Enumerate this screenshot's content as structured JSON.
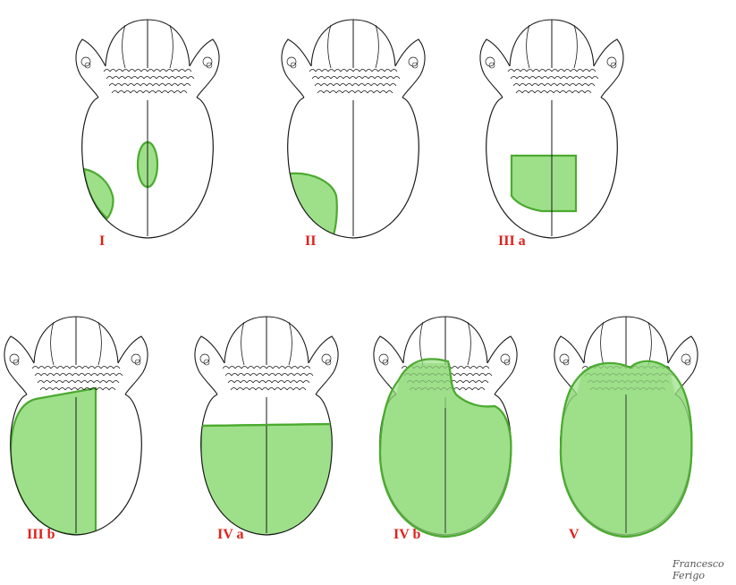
{
  "figure": {
    "colors": {
      "resection_fill": "#9ee08a",
      "resection_stroke": "#4caa30",
      "outline": "#1a1a1a",
      "label": "#e0201a"
    },
    "panels": [
      {
        "id": "I",
        "label": "I"
      },
      {
        "id": "II",
        "label": "II"
      },
      {
        "id": "IIIa",
        "label": "III a"
      },
      {
        "id": "IIIb",
        "label": "III b"
      },
      {
        "id": "IVa",
        "label": "IV a"
      },
      {
        "id": "IVb",
        "label": "IV b"
      },
      {
        "id": "V",
        "label": "V"
      }
    ],
    "signature": "Francesco Ferigo"
  }
}
